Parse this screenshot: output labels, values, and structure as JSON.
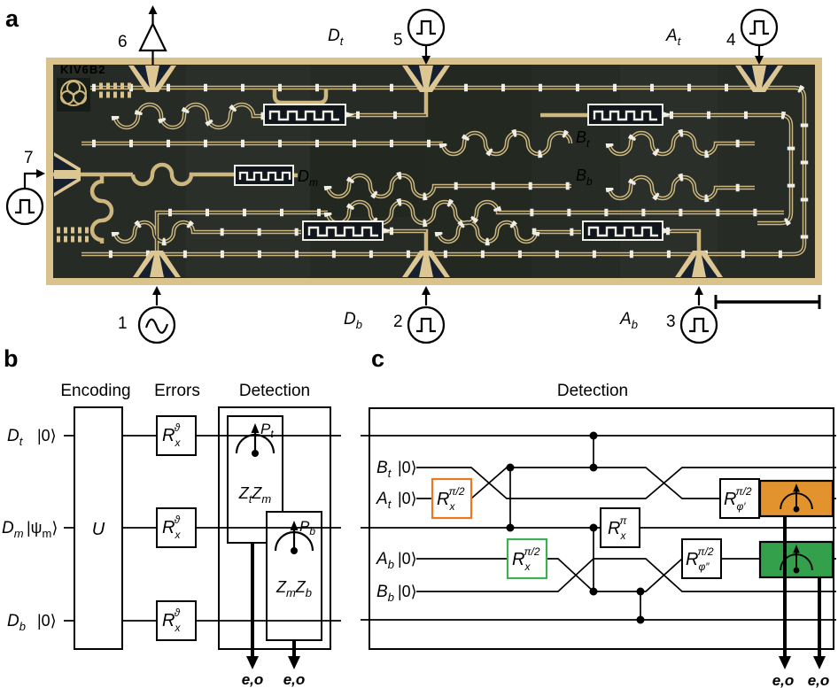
{
  "colors": {
    "red": "#e81c13",
    "orange": "#f28a1e",
    "blue": "#35a5dd",
    "green": "#33a54a",
    "yellow_green": "#c9d40b",
    "gray": "#8f8f8f",
    "eo_orange": "#e85812",
    "eo_green": "#2ea149",
    "meter_orange": "#e2932d",
    "meter_green": "#35a04c",
    "box_orange_stroke": "#e87920",
    "box_green_stroke": "#3fae54",
    "chip_gold": "#d9c28c",
    "chip_pad_gold": "#dcc694",
    "chip_trace": "#cdb77f",
    "chip_dark": "#262b25",
    "chip_white": "#efeee6",
    "chip_navy": "#16202e",
    "white_label": "#f0efe8"
  },
  "panel_a": {
    "label": "a",
    "chip_id": "KIV6B2",
    "ports": {
      "p1": {
        "number": "1",
        "icon": "sine-source"
      },
      "p2": {
        "number": "2",
        "icon": "pulse-source"
      },
      "p3": {
        "number": "3",
        "icon": "pulse-source"
      },
      "p4": {
        "number": "4",
        "icon": "pulse-source"
      },
      "p5": {
        "number": "5",
        "icon": "pulse-source"
      },
      "p6": {
        "number": "6",
        "icon": "amplifier"
      },
      "p7": {
        "number": "7",
        "icon": "pulse-source"
      }
    },
    "labels": {
      "Dt": {
        "base": "D",
        "sub": "t"
      },
      "At": {
        "base": "A",
        "sub": "t"
      },
      "Db": {
        "base": "D",
        "sub": "b"
      },
      "Ab": {
        "base": "A",
        "sub": "b"
      },
      "Bt": {
        "base": "B",
        "sub": "t"
      },
      "Bb": {
        "base": "B",
        "sub": "b"
      },
      "Dm": {
        "base": "D",
        "sub": "m"
      }
    }
  },
  "panel_b": {
    "label": "b",
    "headers": {
      "encoding": "Encoding",
      "errors": "Errors",
      "detection": "Detection"
    },
    "wires": [
      {
        "name_base": "D",
        "name_sub": "t",
        "ket": "|0⟩"
      },
      {
        "name_base": "D",
        "name_sub": "m",
        "ket_open": "|ψ",
        "ket_sub": "m",
        "ket_close": "⟩"
      },
      {
        "name_base": "D",
        "name_sub": "b",
        "ket": "|0⟩"
      }
    ],
    "encoding_gate": "U",
    "error_gate": {
      "base": "R",
      "sub": "x",
      "sup": "ϑ"
    },
    "parity_top": {
      "z1": "Z",
      "z1sub": "t",
      "z2": "Z",
      "z2sub": "m"
    },
    "parity_bottom": {
      "z1": "Z",
      "z1sub": "m",
      "z2": "Z",
      "z2sub": "b"
    },
    "meter_top": {
      "base": "P",
      "sub": "t"
    },
    "meter_bottom": {
      "base": "P",
      "sub": "b"
    },
    "output_left": "e,o",
    "output_right": "e,o"
  },
  "panel_c": {
    "label": "c",
    "header": "Detection",
    "wires": [
      {
        "name_base": "B",
        "name_sub": "t",
        "ket": "|0⟩"
      },
      {
        "name_base": "A",
        "name_sub": "t",
        "ket": "|0⟩"
      },
      {
        "name_base": "A",
        "name_sub": "b",
        "ket": "|0⟩"
      },
      {
        "name_base": "B",
        "name_sub": "b",
        "ket": "|0⟩"
      }
    ],
    "gates": {
      "rx_half_top": {
        "base": "R",
        "sub": "x",
        "sup": "π/2"
      },
      "rx_half_bottom": {
        "base": "R",
        "sub": "x",
        "sup": "π/2"
      },
      "rx_pi": {
        "base": "R",
        "sub": "x",
        "sup": "π"
      },
      "rphi_top": {
        "base": "R",
        "sub": "φ′",
        "sup": "π/2"
      },
      "rphi_bottom": {
        "base": "R",
        "sub": "φ″",
        "sup": "π/2"
      }
    },
    "output_left": "e,o",
    "output_right": "e,o"
  }
}
